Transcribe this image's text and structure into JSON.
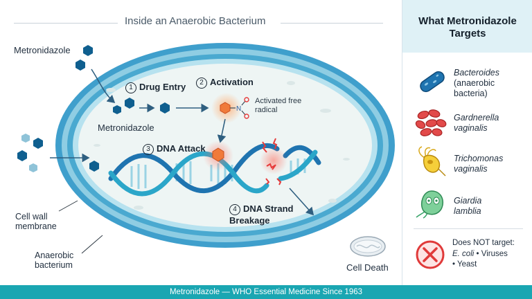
{
  "diagram": {
    "title": "Inside an Anaerobic Bacterium",
    "drug_label_outside": "Metronidazole",
    "drug_label_inside": "Metronidazole",
    "steps": [
      {
        "num": "1",
        "label": "Drug Entry"
      },
      {
        "num": "2",
        "label": "Activation"
      },
      {
        "num": "3",
        "label": "DNA Attack"
      },
      {
        "num": "4",
        "label": "DNA Strand Breakage"
      }
    ],
    "activated_radical": "Activated free radical",
    "cell_wall_label": "Cell wall membrane",
    "bacterium_label": "Anaerobic bacterium",
    "cell_death_label": "Cell Death"
  },
  "sidebar": {
    "title": "What Metronidazole Targets",
    "targets": [
      {
        "name": "Bacteroides",
        "note": "(anaerobic bacteria)",
        "icon": "bacteroides-rod-icon"
      },
      {
        "name": "Gardnerella vaginalis",
        "note": "",
        "icon": "gardnerella-cocci-icon"
      },
      {
        "name": "Trichomonas vaginalis",
        "note": "",
        "icon": "trichomonas-protozoan-icon"
      },
      {
        "name": "Giardia lamblia",
        "note": "",
        "icon": "giardia-protozoan-icon"
      }
    ],
    "not_target_heading": "Does NOT target:",
    "not_target_items": [
      "E. coli",
      "Viruses",
      "Yeast"
    ]
  },
  "footer": {
    "text": "Metronidazole — WHO Essential Medicine Since 1963"
  },
  "colors": {
    "accent": "#1aa6b2",
    "hexagon": "#0f5f8f",
    "activated": "#f07a3a",
    "damage": "#e63a3a",
    "membrane": "#5fb3d4"
  }
}
